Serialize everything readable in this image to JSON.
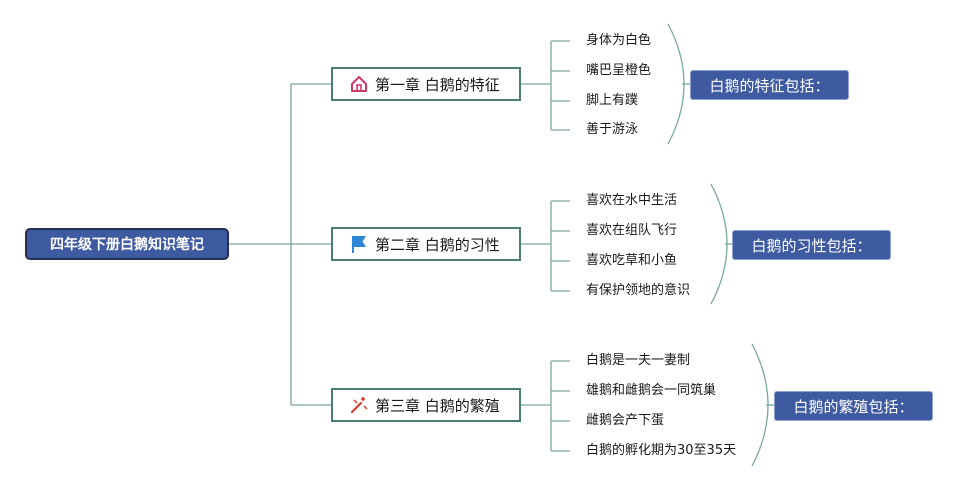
{
  "root": {
    "label": "四年级下册白鹅知识笔记"
  },
  "chapters": [
    {
      "label": "第一章 白鹅的特征",
      "icon": "home-icon",
      "items": [
        "身体为白色",
        "嘴巴呈橙色",
        "脚上有蹼",
        "善于游泳"
      ],
      "summary": "白鹅的特征包括："
    },
    {
      "label": "第二章 白鹅的习性",
      "icon": "flag-icon",
      "items": [
        "喜欢在水中生活",
        "喜欢在组队飞行",
        "喜欢吃草和小鱼",
        "有保护领地的意识"
      ],
      "summary": "白鹅的习性包括："
    },
    {
      "label": "第三章 白鹅的繁殖",
      "icon": "magic-wand-icon",
      "items": [
        "白鹅是一夫一妻制",
        "雄鹅和雌鹅会一同筑巢",
        "雌鹅会产下蛋",
        "白鹅的孵化期为30至35天"
      ],
      "summary": "白鹅的繁殖包括："
    }
  ],
  "colors": {
    "line": "#7aa89c",
    "node_border": "#4a7d74",
    "accent": "#3e5aa0",
    "home_icon": "#d0366a",
    "flag_icon": "#2e87d6",
    "wand_icon": "#d93a2e"
  }
}
